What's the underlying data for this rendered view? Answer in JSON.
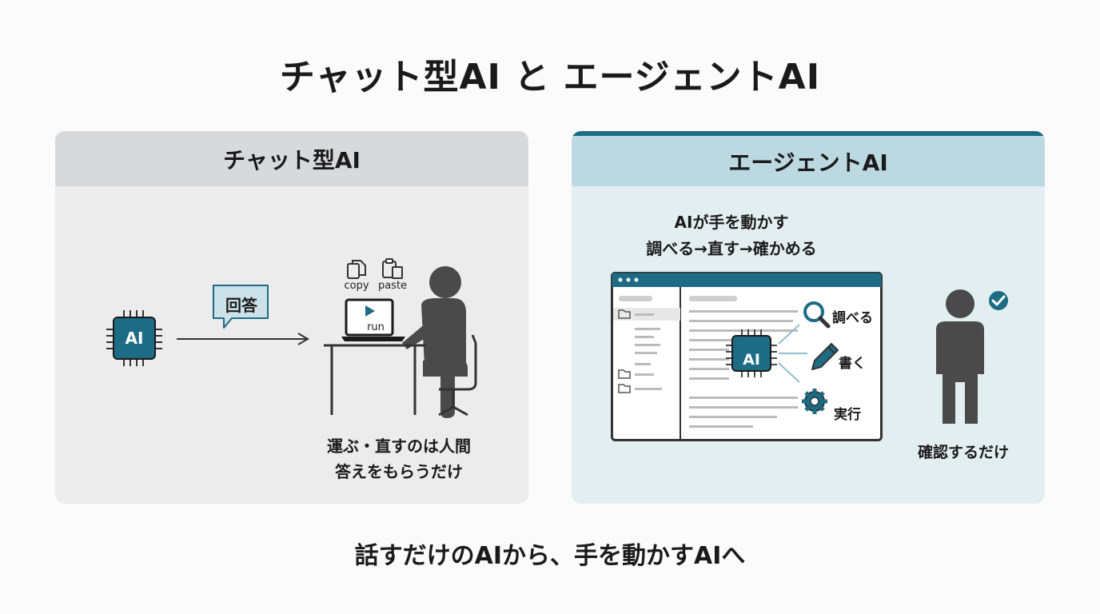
{
  "title": "チャット型AI と エージェントAI",
  "left_panel": {
    "header": "チャット型AI",
    "chip_label": "AI",
    "bubble": "回答",
    "copy_label": "copy",
    "paste_label": "paste",
    "run_label": "run",
    "caption_line1": "運ぶ・直すのは人間",
    "caption_line2": "答えをもらうだけ"
  },
  "right_panel": {
    "header": "エージェントAI",
    "subtitle_line1": "AIが手を動かす",
    "subtitle_line2": "調べる→直す→確かめる",
    "chip_label": "AI",
    "actions": [
      "調べる",
      "書く",
      "実行"
    ],
    "person_caption": "確認するだけ"
  },
  "footer": "話すだけのAIから、手を動かすAIへ",
  "colors": {
    "accent": "#1e6b85",
    "dark": "#4a4a4a",
    "panel_left": "#ececec",
    "panel_right": "#e3eef1"
  },
  "icons": [
    "chip-icon",
    "document-copy-icon",
    "clipboard-paste-icon",
    "play-icon",
    "laptop-icon",
    "person-icon",
    "folder-icon",
    "magnifier-icon",
    "pencil-icon",
    "gear-icon",
    "checkmark-icon"
  ]
}
